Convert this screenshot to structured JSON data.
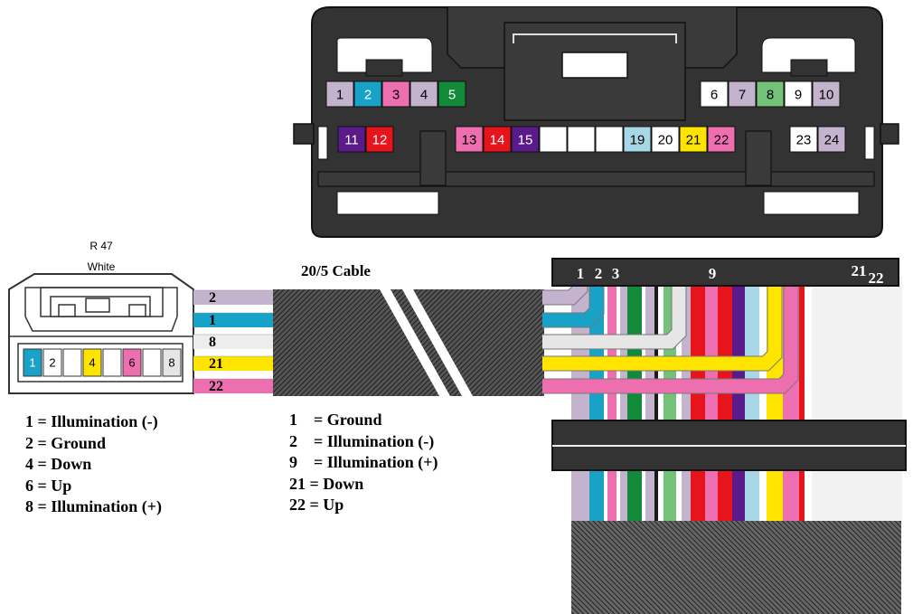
{
  "main_connector": {
    "pin_colors": {
      "1": "#c3b3cd",
      "2": "#19a2c8",
      "3": "#ee6fb0",
      "4": "#c3b3cd",
      "5": "#118a3a",
      "6": "#ffffff",
      "7": "#c3b3cd",
      "8": "#74c279",
      "9": "#ffffff",
      "10": "#c3b3cd",
      "11": "#5b1a8a",
      "12": "#e8141b",
      "13": "#ee6fb0",
      "14": "#e8141b",
      "15": "#5b1a8a",
      "16": "#ffffff",
      "17": "#ffffff",
      "18": "#ffffff",
      "19": "#a8d8e8",
      "20": "#ffffff",
      "21": "#ffe400",
      "22": "#ee6fb0",
      "23": "#ffffff",
      "24": "#c3b3cd"
    },
    "row1": [
      {
        "label": "1",
        "key": "1"
      },
      {
        "label": "2",
        "key": "2"
      },
      {
        "label": "3",
        "key": "3"
      },
      {
        "label": "4",
        "key": "4"
      },
      {
        "label": "5",
        "key": "5"
      },
      {
        "label": "6",
        "key": "6"
      },
      {
        "label": "7",
        "key": "7"
      },
      {
        "label": "8",
        "key": "8"
      },
      {
        "label": "9",
        "key": "9"
      },
      {
        "label": "10",
        "key": "10"
      }
    ],
    "row2": [
      {
        "label": "11",
        "key": "11"
      },
      {
        "label": "12",
        "key": "12"
      },
      {
        "label": "13",
        "key": "13"
      },
      {
        "label": "14",
        "key": "14"
      },
      {
        "label": "15",
        "key": "15"
      },
      {
        "label": "",
        "key": "16"
      },
      {
        "label": "",
        "key": "17"
      },
      {
        "label": "",
        "key": "18"
      },
      {
        "label": "19",
        "key": "19"
      },
      {
        "label": "20",
        "key": "20"
      },
      {
        "label": "21",
        "key": "21"
      },
      {
        "label": "22",
        "key": "22"
      },
      {
        "label": "23",
        "key": "23"
      },
      {
        "label": "24",
        "key": "24"
      }
    ]
  },
  "r47": {
    "title": "R 47",
    "subtitle": "White",
    "pins": [
      {
        "label": "1",
        "color": "#19a2c8"
      },
      {
        "label": "2",
        "color": "#ffffff"
      },
      {
        "label": "",
        "color": "#ffffff"
      },
      {
        "label": "4",
        "color": "#ffe400"
      },
      {
        "label": "",
        "color": "#ffffff"
      },
      {
        "label": "6",
        "color": "#ee6fb0"
      },
      {
        "label": "",
        "color": "#ffffff"
      },
      {
        "label": "8",
        "color": "#e6e6e6"
      }
    ],
    "legend": [
      "1 = Illumination (-)",
      "2 = Ground",
      "4 = Down",
      "6 = Up",
      "8 = Illumination (+)"
    ]
  },
  "cable": {
    "title": "20/5 Cable",
    "wires": [
      {
        "label": "2",
        "color": "#c3b3cd"
      },
      {
        "label": "1",
        "color": "#19a2c8"
      },
      {
        "label": "8",
        "color": "#ededed"
      },
      {
        "label": "21",
        "color": "#ffe400"
      },
      {
        "label": "22",
        "color": "#ee6fb0"
      }
    ],
    "legend": [
      "1    = Ground",
      "2    = Illumination (-)",
      "9    = Illumination (+)",
      "21 = Down",
      "22 = Up"
    ]
  },
  "harness": {
    "header_labels": [
      {
        "text": "1"
      },
      {
        "text": "2"
      },
      {
        "text": "3"
      },
      {
        "text": "9"
      },
      {
        "text": "21"
      },
      {
        "text": "22"
      }
    ],
    "strips": [
      {
        "color": "#c3b3cd",
        "w": 20
      },
      {
        "color": "#19a2c8",
        "w": 16
      },
      {
        "color": "#ffffff",
        "w": 4
      },
      {
        "color": "#ee6fb0",
        "w": 10
      },
      {
        "color": "#ffffff",
        "w": 4
      },
      {
        "color": "#c3b3cd",
        "w": 8
      },
      {
        "color": "#118a3a",
        "w": 16
      },
      {
        "color": "#ffffff",
        "w": 4
      },
      {
        "color": "#c3b3cd",
        "w": 10
      },
      {
        "color": "#1a1a1a",
        "w": 4
      },
      {
        "color": "#ffffff",
        "w": 6
      },
      {
        "color": "#74c279",
        "w": 14
      },
      {
        "color": "#ffffff",
        "w": 6
      },
      {
        "color": "#c3b3cd",
        "w": 10
      },
      {
        "color": "#e8141b",
        "w": 16
      },
      {
        "color": "#ee6fb0",
        "w": 14
      },
      {
        "color": "#e8141b",
        "w": 16
      },
      {
        "color": "#5b1a8a",
        "w": 14
      },
      {
        "color": "#a8d8e8",
        "w": 16
      },
      {
        "color": "#ffffff",
        "w": 8
      },
      {
        "color": "#ffe400",
        "w": 18
      },
      {
        "color": "#ee6fb0",
        "w": 18
      },
      {
        "color": "#e8141b",
        "w": 6
      },
      {
        "color": "#ffffff",
        "w": 8
      }
    ]
  }
}
